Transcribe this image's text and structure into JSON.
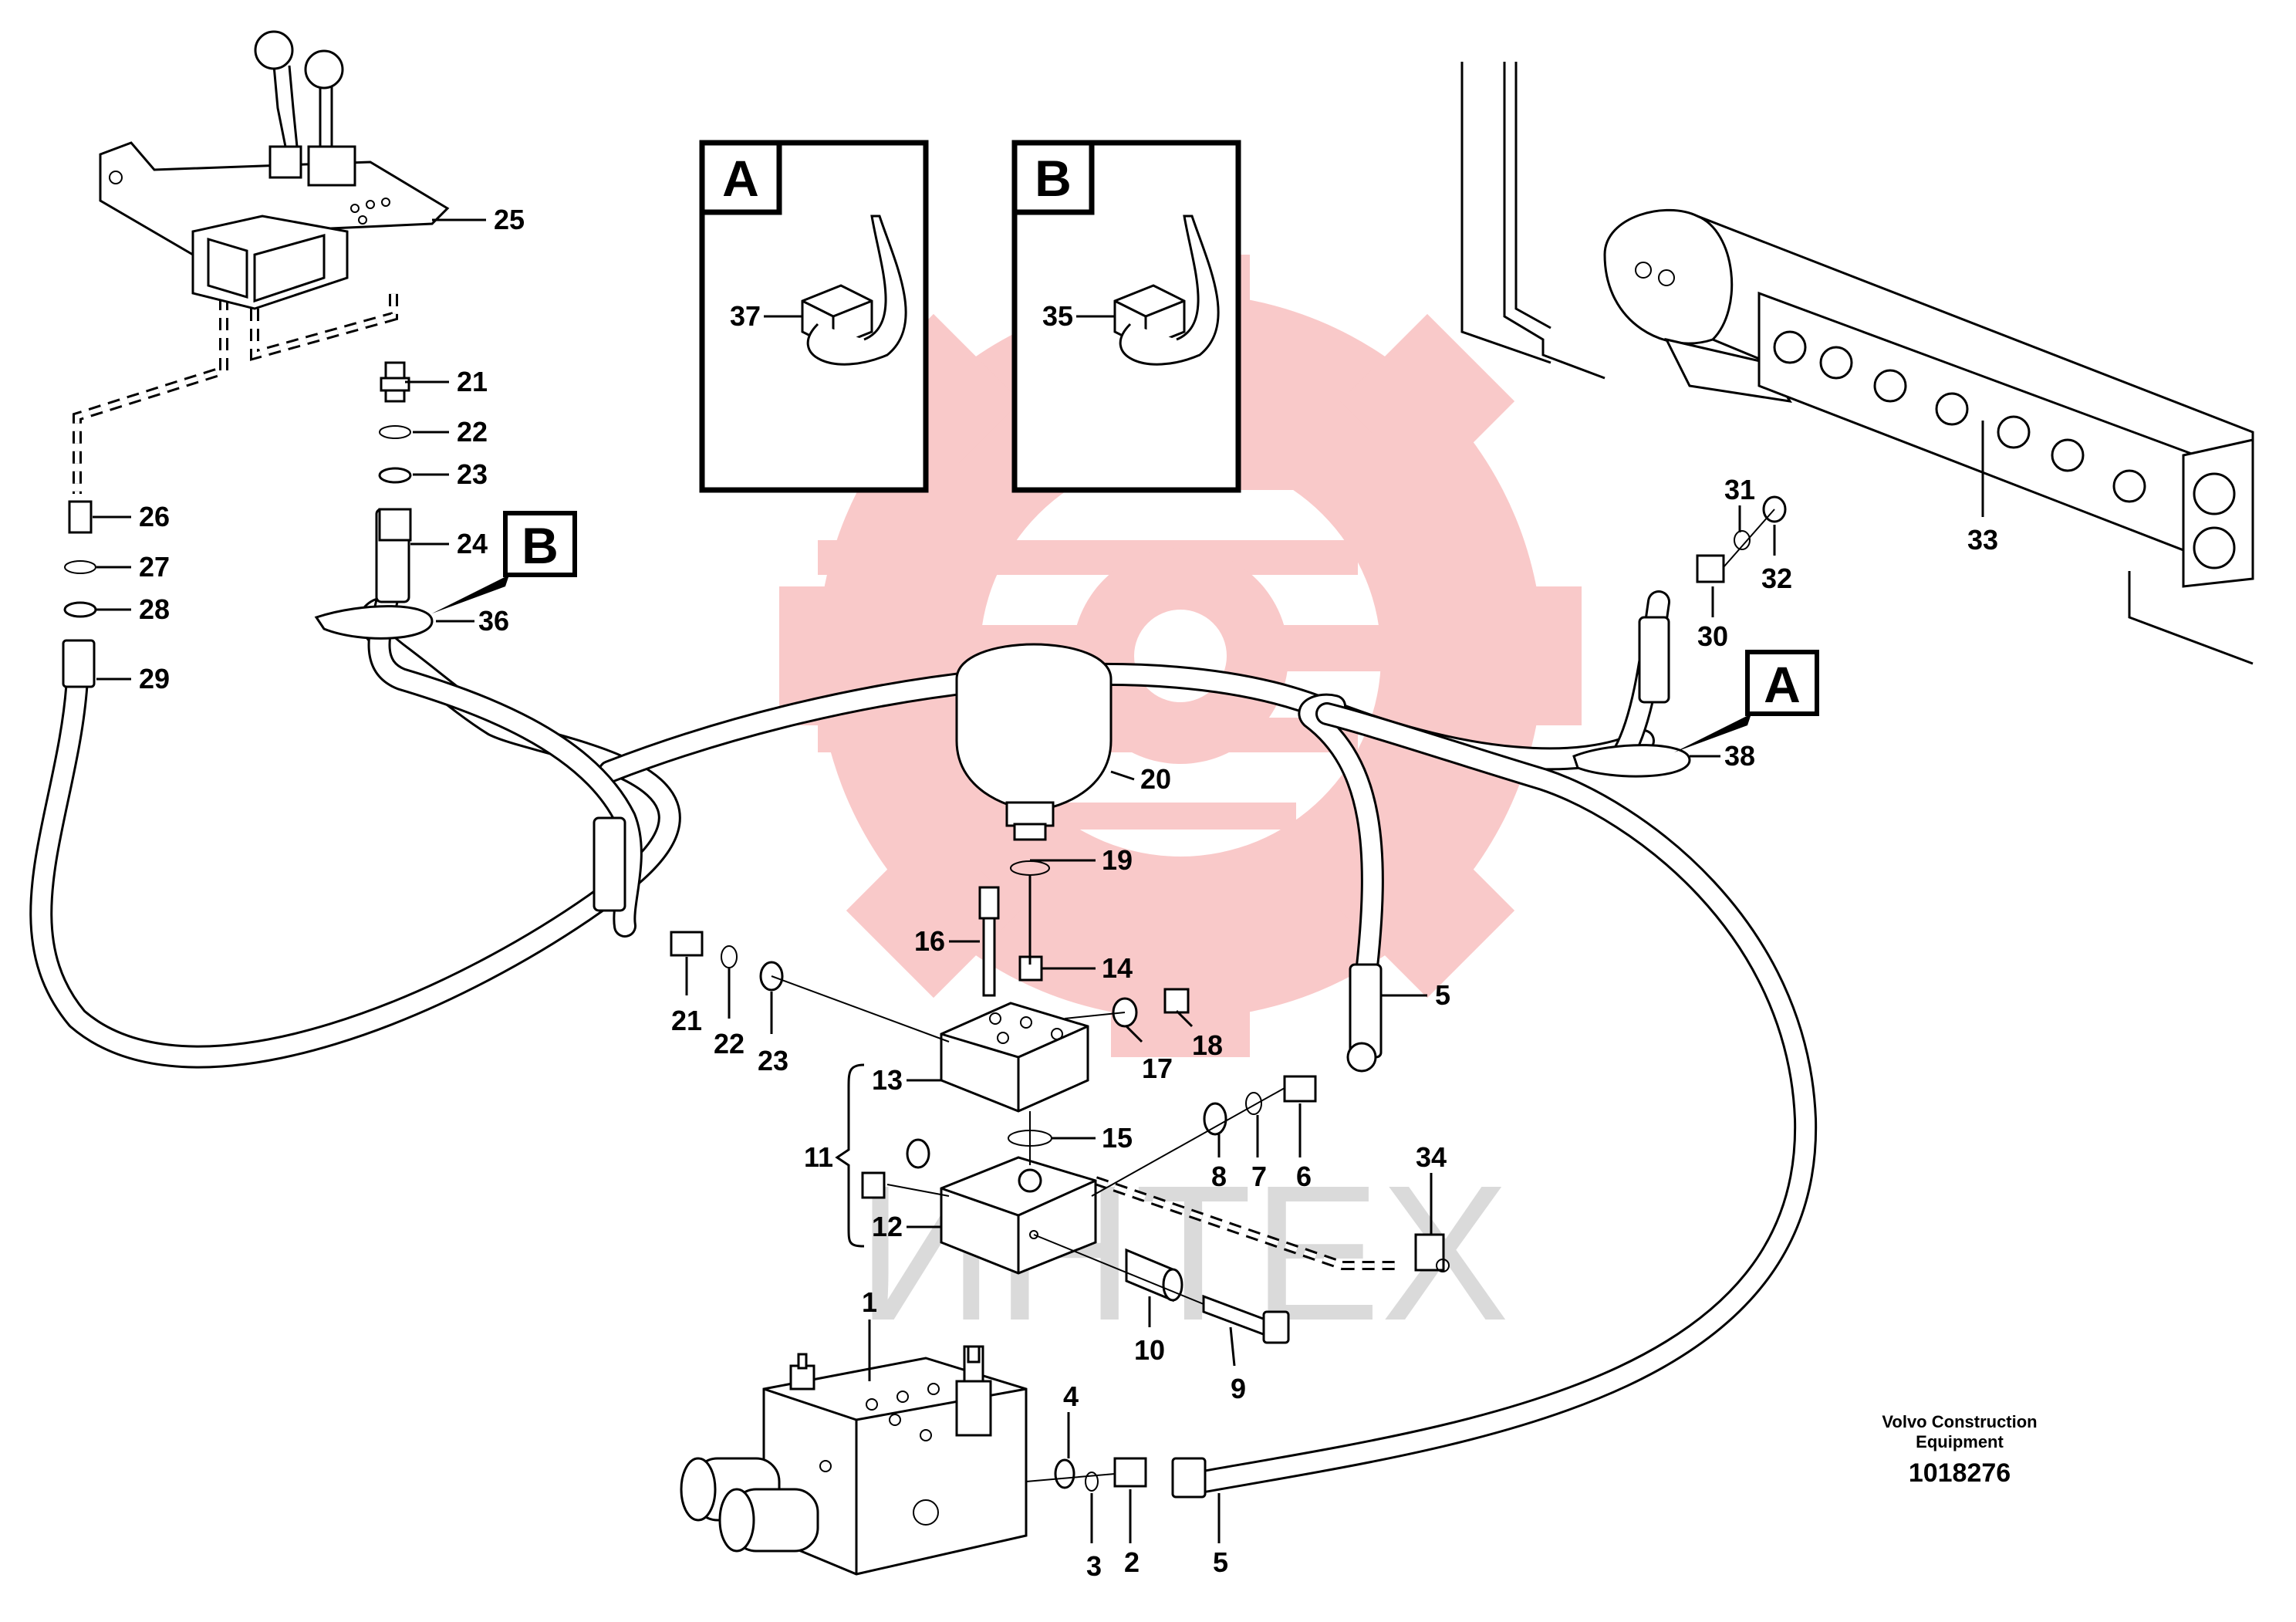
{
  "watermark": {
    "text": "ИНТЕХ",
    "logo_color": "#f9c9c9"
  },
  "detail_boxes": {
    "a": {
      "letter": "A",
      "callout": "37"
    },
    "b": {
      "letter": "B",
      "callout": "35"
    }
  },
  "markers": {
    "b": {
      "letter": "B",
      "callout": "36"
    },
    "a": {
      "letter": "A",
      "callout": "38"
    }
  },
  "callouts": {
    "c1": "1",
    "c2": "2",
    "c3": "3",
    "c4": "4",
    "c5a": "5",
    "c5b": "5",
    "c6": "6",
    "c7": "7",
    "c8": "8",
    "c9": "9",
    "c10": "10",
    "c11": "11",
    "c12": "12",
    "c13": "13",
    "c14": "14",
    "c15": "15",
    "c16": "16",
    "c17": "17",
    "c18": "18",
    "c19": "19",
    "c20": "20",
    "c21a": "21",
    "c21b": "21",
    "c22a": "22",
    "c22b": "22",
    "c23a": "23",
    "c23b": "23",
    "c24": "24",
    "c25": "25",
    "c26": "26",
    "c27": "27",
    "c28": "28",
    "c29": "29",
    "c30": "30",
    "c31": "31",
    "c32": "32",
    "c33": "33",
    "c34": "34"
  },
  "caption": {
    "line1": "Volvo Construction",
    "line2": "Equipment",
    "number": "1018276"
  }
}
